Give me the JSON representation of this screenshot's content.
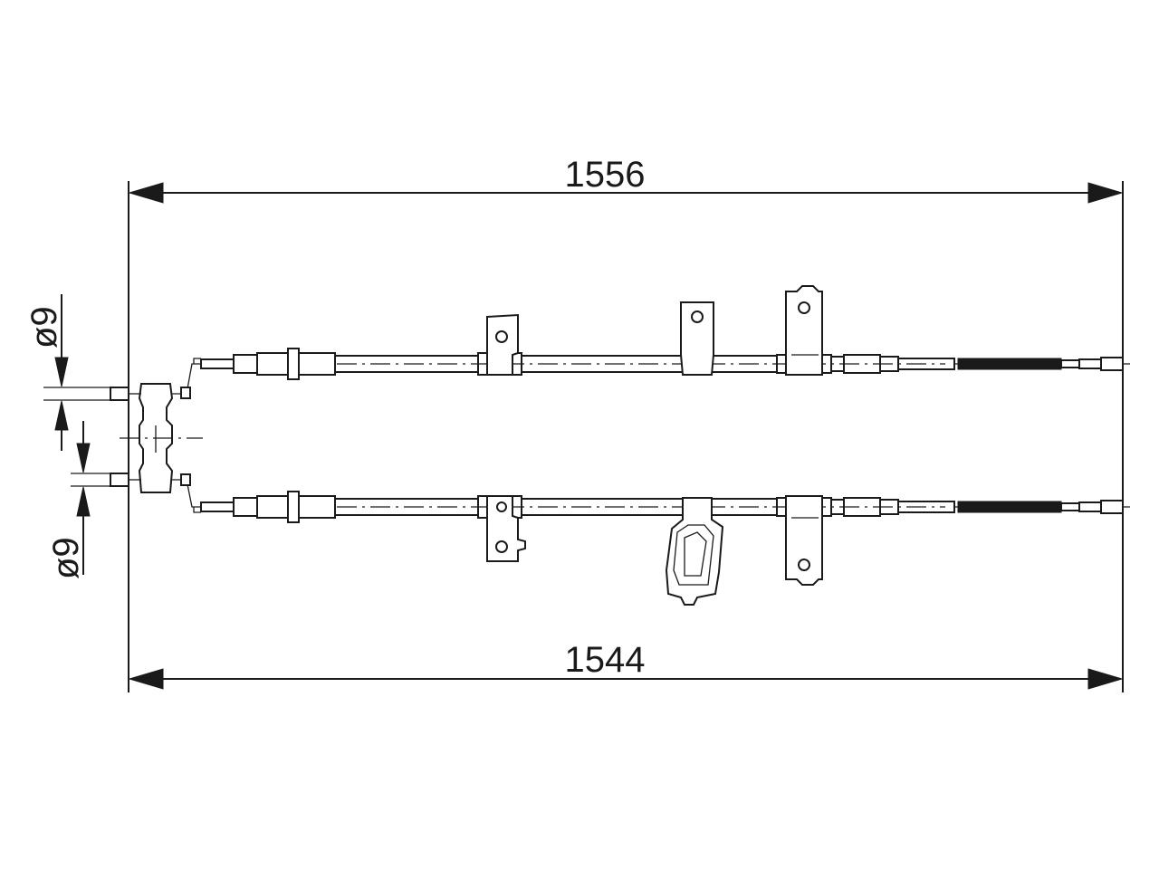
{
  "diagram": {
    "dimensions": {
      "upper_length": "1556",
      "lower_length": "1544",
      "upper_diameter": "ø9",
      "lower_diameter": "ø9"
    },
    "colors": {
      "line": "#1a1a1a",
      "background": "#ffffff"
    }
  }
}
